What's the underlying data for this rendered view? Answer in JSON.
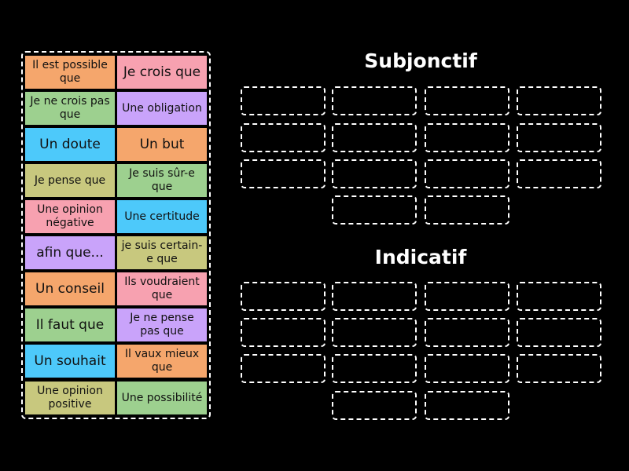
{
  "bank": {
    "tiles": [
      {
        "label": "Il est possible que",
        "color": "#f5a66c",
        "size": "sm"
      },
      {
        "label": "Je crois que",
        "color": "#f7a1b0",
        "size": "lg"
      },
      {
        "label": "Je ne crois pas que",
        "color": "#9dd08f",
        "size": "sm"
      },
      {
        "label": "Une obligation",
        "color": "#c9a3fa",
        "size": "sm"
      },
      {
        "label": "Un doute",
        "color": "#4dc9fa",
        "size": "lg"
      },
      {
        "label": "Un but",
        "color": "#f5a66c",
        "size": "lg"
      },
      {
        "label": "Je pense que",
        "color": "#c8c87e",
        "size": "sm"
      },
      {
        "label": "Je suis sûr-e que",
        "color": "#9dd08f",
        "size": "sm"
      },
      {
        "label": "Une opinion négative",
        "color": "#f7a1b0",
        "size": "sm"
      },
      {
        "label": "Une certitude",
        "color": "#4dc9fa",
        "size": "sm"
      },
      {
        "label": "afin que...",
        "color": "#c9a3fa",
        "size": "lg"
      },
      {
        "label": "je suis certain-e que",
        "color": "#c8c87e",
        "size": "sm"
      },
      {
        "label": "Un conseil",
        "color": "#f5a66c",
        "size": "lg"
      },
      {
        "label": "Ils voudraient que",
        "color": "#f7a1b0",
        "size": "sm"
      },
      {
        "label": "Il faut que",
        "color": "#9dd08f",
        "size": "lg"
      },
      {
        "label": "Je ne pense pas que",
        "color": "#c9a3fa",
        "size": "sm"
      },
      {
        "label": "Un souhait",
        "color": "#4dc9fa",
        "size": "lg"
      },
      {
        "label": "Il vaux mieux que",
        "color": "#f5a66c",
        "size": "sm"
      },
      {
        "label": "Une opinion positive",
        "color": "#c8c87e",
        "size": "sm"
      },
      {
        "label": "Une possibilité",
        "color": "#9dd08f",
        "size": "sm"
      }
    ]
  },
  "groups": [
    {
      "title": "Subjonctif",
      "slots": 14
    },
    {
      "title": "Indicatif",
      "slots": 14
    }
  ]
}
